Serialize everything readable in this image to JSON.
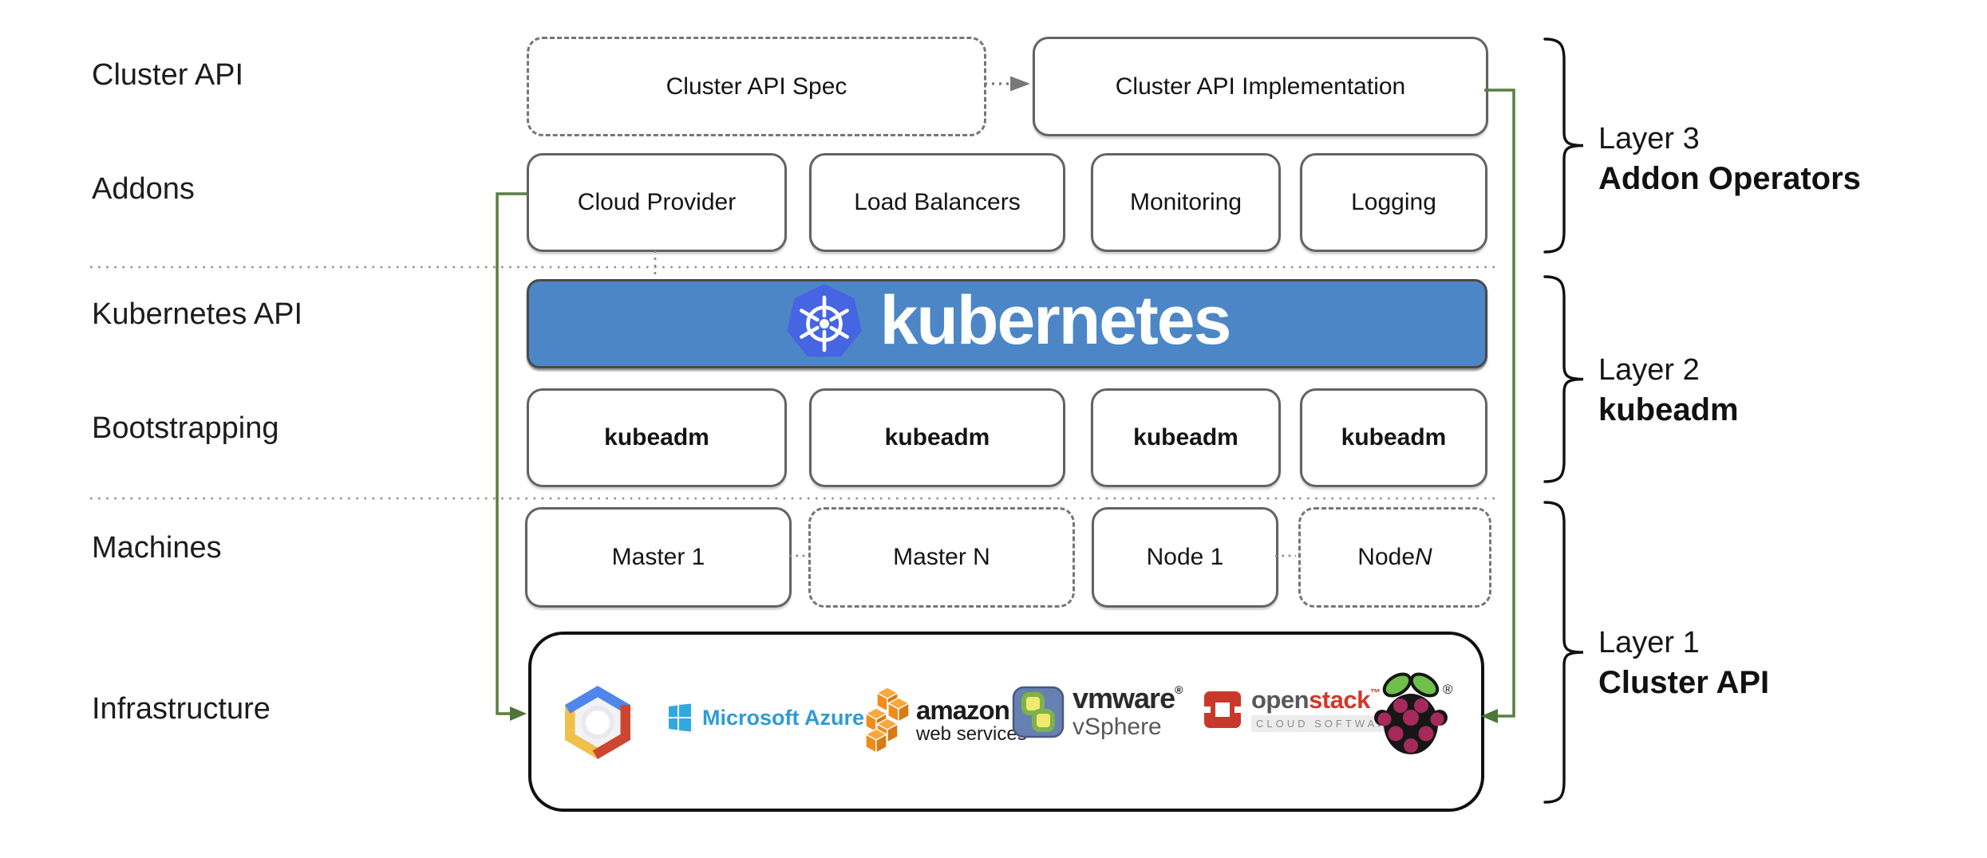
{
  "row_labels": {
    "cluster_api": "Cluster API",
    "addons": "Addons",
    "kubernetes_api": "Kubernetes API",
    "bootstrapping": "Bootstrapping",
    "machines": "Machines",
    "infrastructure": "Infrastructure"
  },
  "cluster_api_row": {
    "spec": "Cluster API Spec",
    "implementation": "Cluster API Implementation"
  },
  "addons_row": [
    "Cloud Provider",
    "Load Balancers",
    "Monitoring",
    "Logging"
  ],
  "kubernetes_banner": {
    "wordmark": "kubernetes"
  },
  "bootstrapping_row": [
    "kubeadm",
    "kubeadm",
    "kubeadm",
    "kubeadm"
  ],
  "machines_row": {
    "master1": "Master 1",
    "masterN": "Master N",
    "node1": "Node 1",
    "nodeN_prefix": "Node ",
    "nodeN_suffix": "N"
  },
  "infrastructure_row": {
    "azure": {
      "name": "Microsoft Azure",
      "text": "Microsoft Azure"
    },
    "aws": {
      "name": "Amazon Web Services",
      "line1": "amazon",
      "line2": "web services"
    },
    "vmware": {
      "name": "VMware vSphere",
      "line1": "vmware",
      "reg": "®",
      "line2": "vSphere"
    },
    "openstack": {
      "name": "OpenStack",
      "open": "open",
      "stack": "stack",
      "tm": "™",
      "sub": "CLOUD SOFTWARE"
    },
    "gcp": {
      "name": "Google Cloud Platform"
    },
    "raspberry": {
      "name": "Raspberry Pi",
      "reg": "®"
    }
  },
  "layer_annotations": {
    "layer3": {
      "line1": "Layer 3",
      "line2": "Addon Operators"
    },
    "layer2": {
      "line1": "Layer 2",
      "line2": "kubeadm"
    },
    "layer1": {
      "line1": "Layer 1",
      "line2": "Cluster API"
    }
  },
  "colors": {
    "banner_blue": "#4c86c6",
    "k8s_logo_blue": "#4565e2",
    "connector_green": "#587f3f",
    "border_gray": "#636363",
    "openstack_red": "#c8392b",
    "azure_blue": "#31a8e0",
    "aws_orange": "#f6921e",
    "raspberry_red": "#a52a5b",
    "leaf_green": "#6fbf4b"
  }
}
